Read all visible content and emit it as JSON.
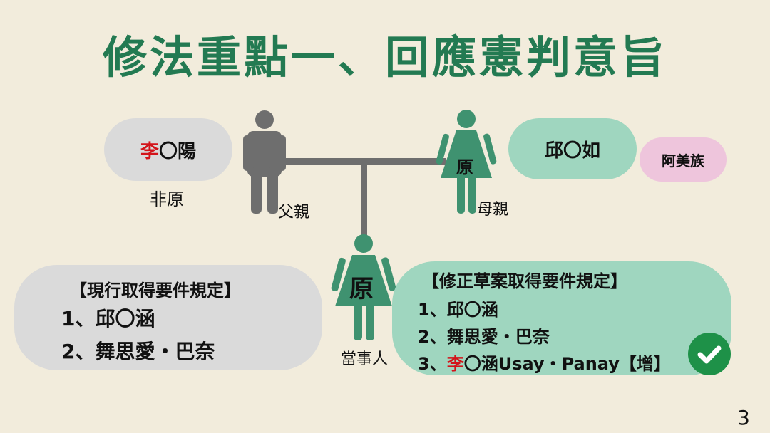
{
  "title": "修法重點一、回應憲判意旨",
  "father": {
    "name_prefix": "李",
    "name_rest": "〇陽",
    "status": "非原",
    "role": "父親"
  },
  "mother": {
    "name": "邱〇如",
    "tribe": "阿美族",
    "badge": "原",
    "role": "母親"
  },
  "child": {
    "badge": "原",
    "role": "當事人"
  },
  "current": {
    "heading": "【現行取得要件規定】",
    "items": [
      "1、邱〇涵",
      "2、舞思愛・巴奈"
    ]
  },
  "draft": {
    "heading": "【修正草案取得要件規定】",
    "items": [
      "1、邱〇涵",
      "2、舞思愛・巴奈"
    ],
    "item3_prefix": "3、",
    "item3_red": "李",
    "item3_rest": "〇涵Usay・Panay【增】"
  },
  "page_number": "3",
  "colors": {
    "title": "#237a52",
    "green_figure": "#3f9270",
    "gray_figure": "#6e6e6e",
    "check": "#1e9148"
  }
}
